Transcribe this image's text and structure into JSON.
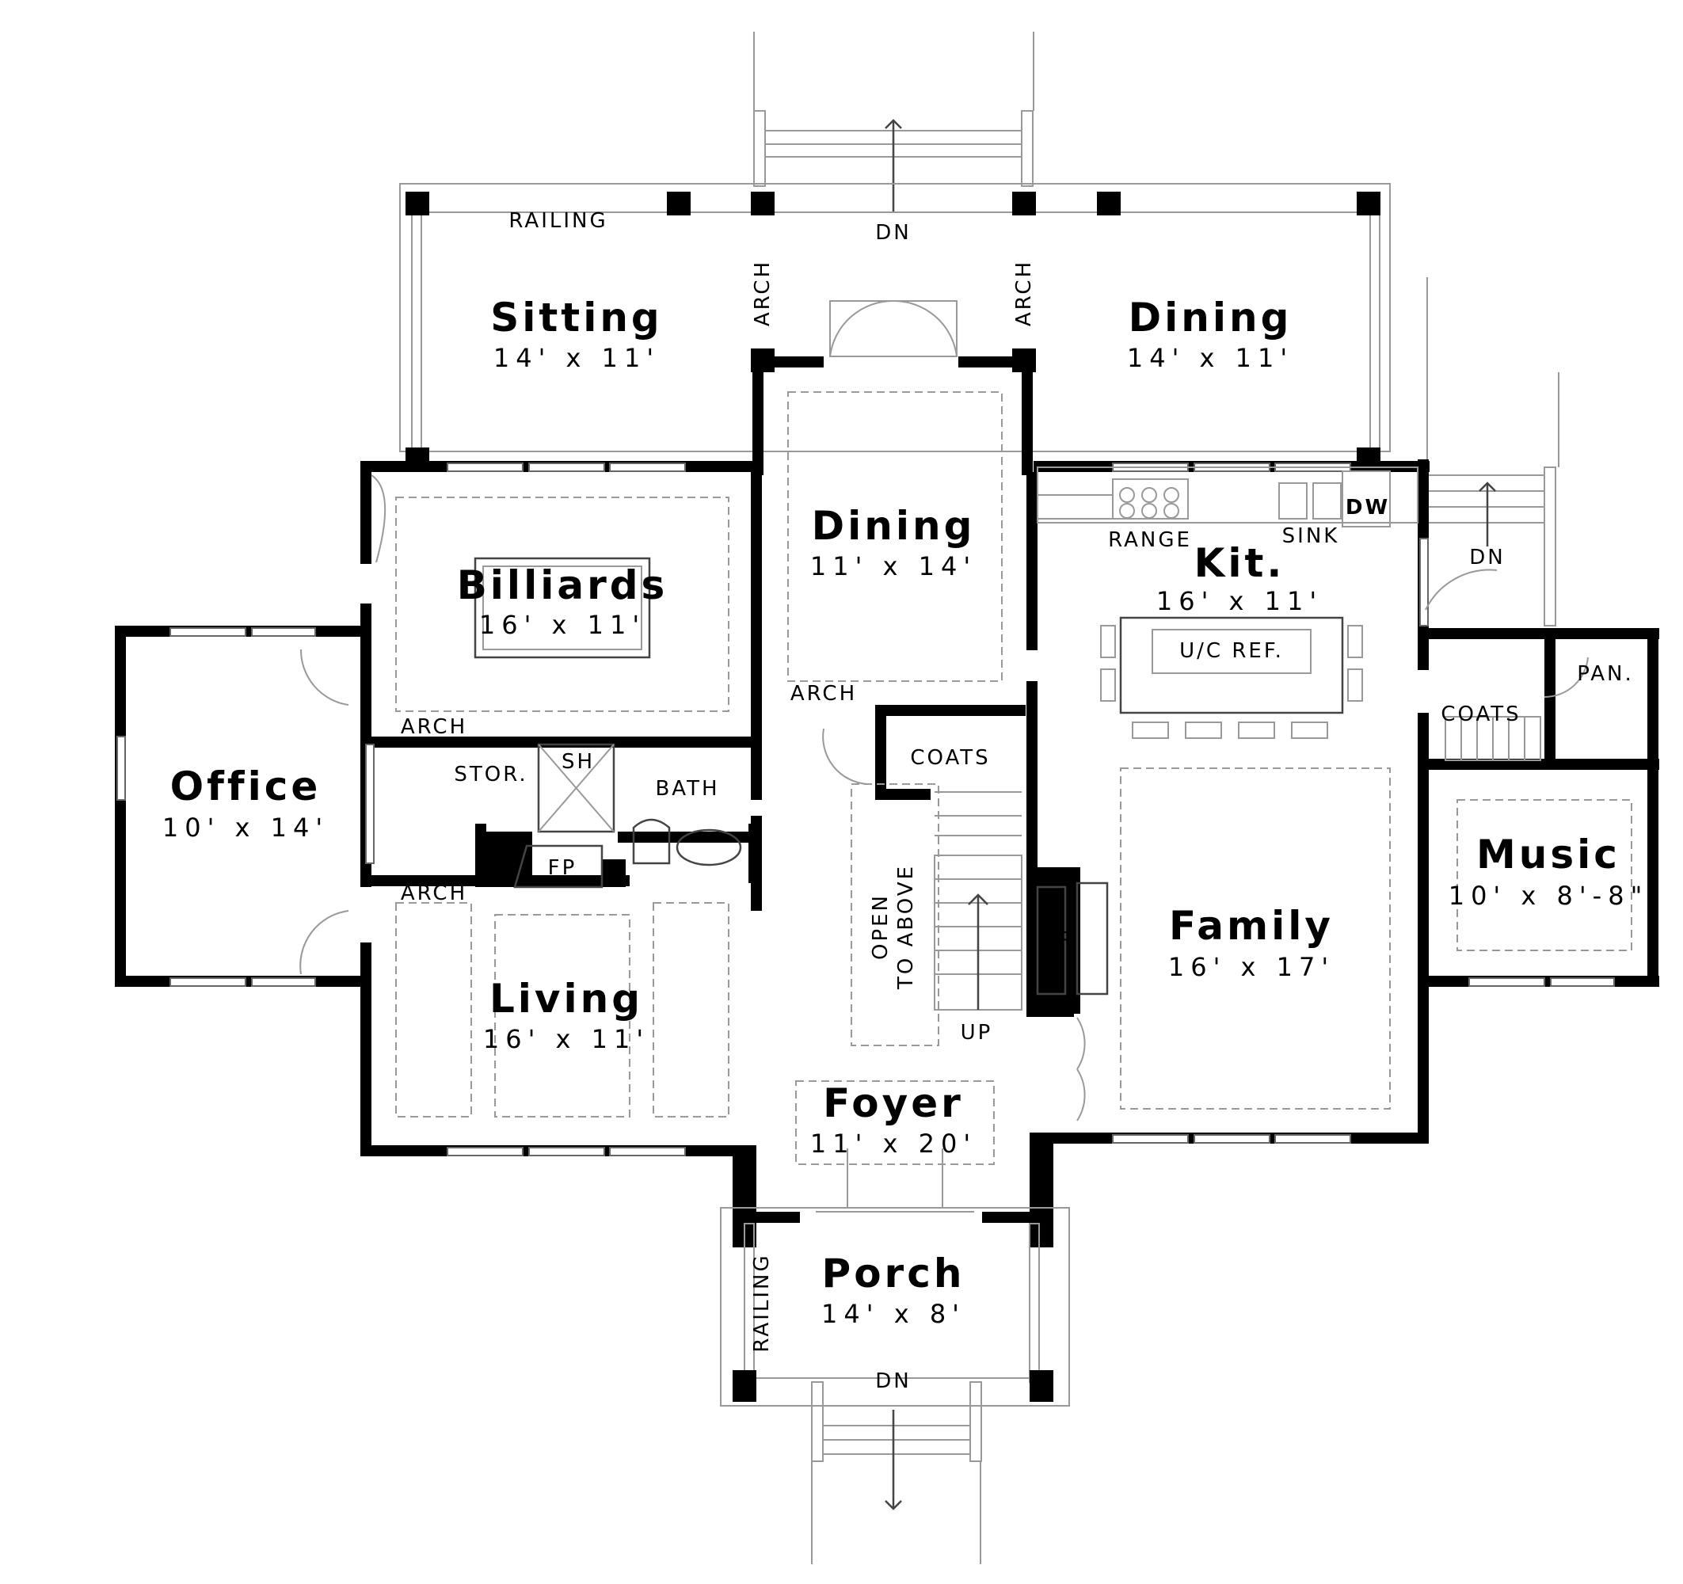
{
  "rooms": {
    "sitting": {
      "name": "Sitting",
      "dims": "14' x 11'"
    },
    "dining_top": {
      "name": "Dining",
      "dims": "14' x 11'"
    },
    "dining": {
      "name": "Dining",
      "dims": "11' x 14'"
    },
    "billiards": {
      "name": "Billiards",
      "dims": "16' x 11'"
    },
    "kitchen": {
      "name": "Kit.",
      "dims": "16' x 11'"
    },
    "office": {
      "name": "Office",
      "dims": "10' x 14'"
    },
    "music": {
      "name": "Music",
      "dims": "10' x 8'-8\""
    },
    "family": {
      "name": "Family",
      "dims": "16' x 17'"
    },
    "living": {
      "name": "Living",
      "dims": "16' x 11'"
    },
    "foyer": {
      "name": "Foyer",
      "dims": "11' x 20'"
    },
    "porch": {
      "name": "Porch",
      "dims": "14' x 8'"
    }
  },
  "labels": {
    "railing_top": "RAILING",
    "railing_porch": "RAILING",
    "dn_top": "DN",
    "dn_right": "DN",
    "dn_porch": "DN",
    "arch_left": "ARCH",
    "arch_right": "ARCH",
    "arch_dining": "ARCH",
    "arch_billiards": "ARCH",
    "arch_living": "ARCH",
    "range": "RANGE",
    "sink": "SINK",
    "dw": "DW",
    "uc_ref": "U/C REF.",
    "pan": "PAN.",
    "coats_right": "COATS",
    "coats_center": "COATS",
    "stor": "STOR.",
    "sh": "SH",
    "bath": "BATH",
    "fp_living": "FP",
    "fp_family": "FP",
    "open_line1": "OPEN",
    "open_line2": "TO ABOVE",
    "up": "UP"
  }
}
